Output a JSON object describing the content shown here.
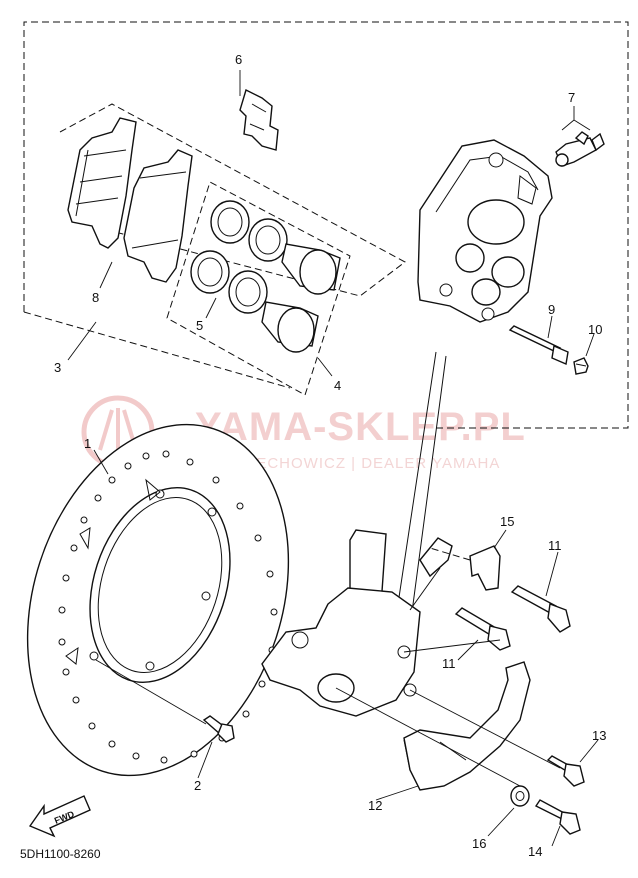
{
  "watermark": {
    "title": "YAMA-SKLEP.PL",
    "subtitle": "WOJCIECHOWICZ | DEALER YAMAHA",
    "color": "#e8a0a0"
  },
  "diagram_code": "5DH1100-8260",
  "fwd_label": "FWD",
  "callouts": {
    "c1": "1",
    "c2": "2",
    "c3": "3",
    "c4": "4",
    "c5": "5",
    "c6": "6",
    "c7": "7",
    "c8": "8",
    "c9": "9",
    "c10": "10",
    "c11a": "11",
    "c11b": "11",
    "c12": "12",
    "c13": "13",
    "c14": "14",
    "c15": "15",
    "c16": "16"
  }
}
